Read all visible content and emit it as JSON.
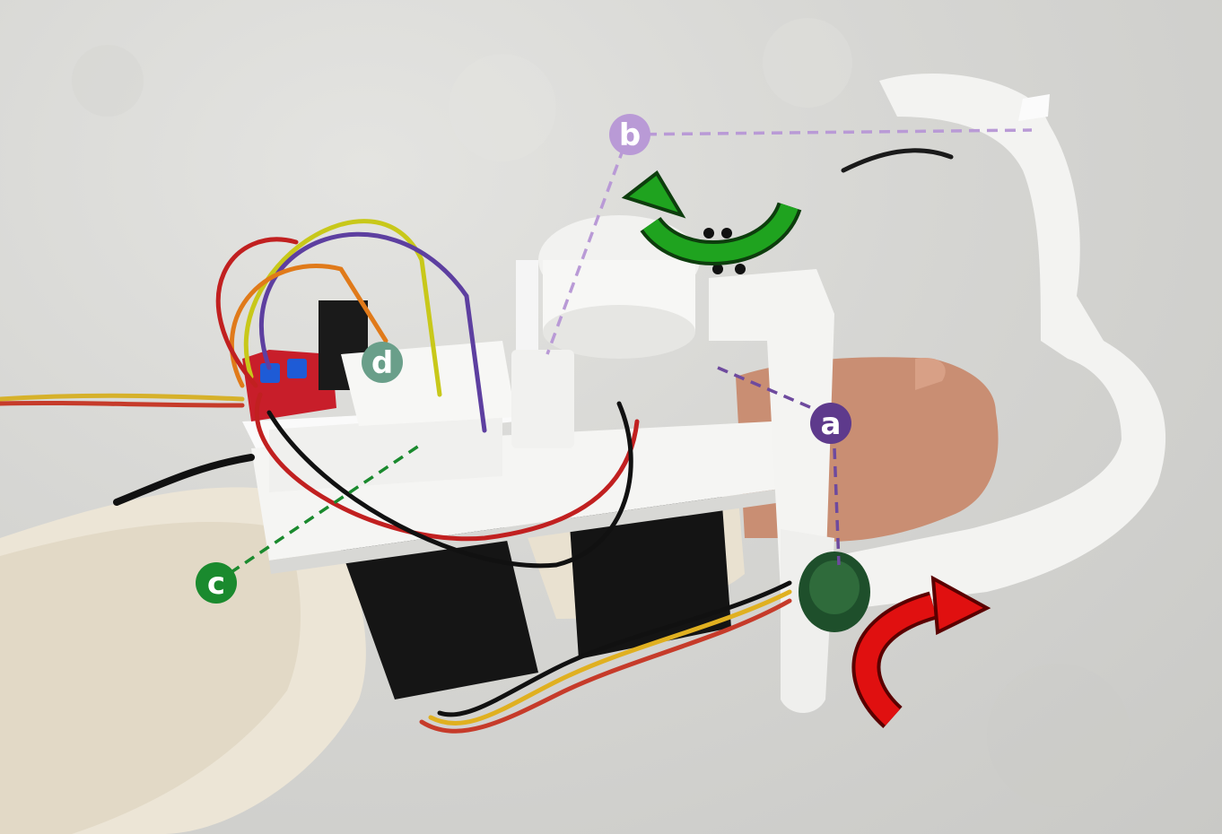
{
  "photo": {
    "subject": "wrist-exoskeleton-device",
    "background_color": "#d9d9d6"
  },
  "labels": [
    {
      "id": "a",
      "text": "a",
      "color": "#5e3a8c"
    },
    {
      "id": "b",
      "text": "b",
      "color": "#b99ad6"
    },
    {
      "id": "c",
      "text": "c",
      "color": "#1a8a2e"
    },
    {
      "id": "d",
      "text": "d",
      "color": "#6a9f8a"
    }
  ],
  "arrows": [
    {
      "name": "green-rotation-arrow",
      "color": "#1fa31f"
    },
    {
      "name": "red-rotation-arrow",
      "color": "#e01010"
    }
  ]
}
